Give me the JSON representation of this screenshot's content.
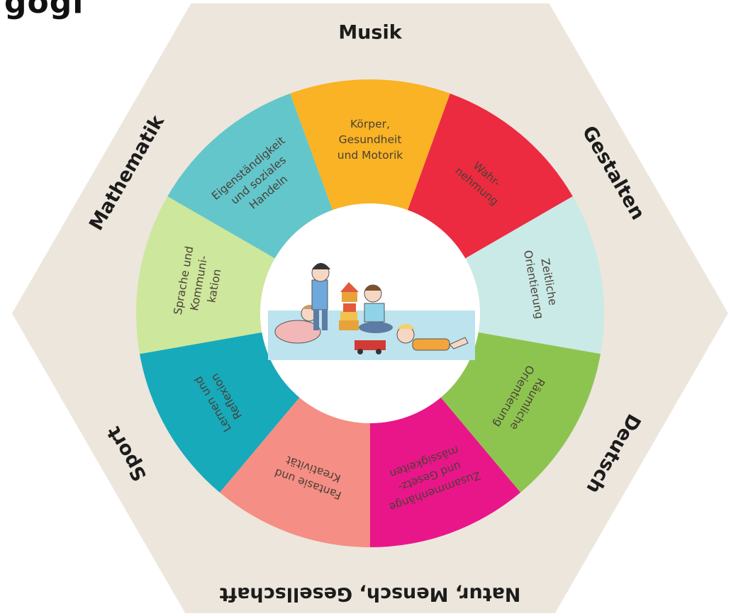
{
  "heading_fragment": "gogi",
  "subjects": [
    {
      "name": "musik",
      "label": "Musik"
    },
    {
      "name": "gestalten",
      "label": "Gestalten"
    },
    {
      "name": "deutsch",
      "label": "Deutsch"
    },
    {
      "name": "natur-mensch-gesellschaft",
      "label": "Natur, Mensch, Gesellschaft"
    },
    {
      "name": "sport",
      "label": "Sport"
    },
    {
      "name": "mathematik",
      "label": "Mathematik"
    }
  ],
  "segments": [
    {
      "name": "koerper-gesundheit-motorik",
      "lines": [
        "Körper,",
        "Gesundheit",
        "und Motorik"
      ],
      "color": "#F9B324"
    },
    {
      "name": "wahrnehmung",
      "lines": [
        "Wahr-",
        "nehmung"
      ],
      "color": "#EC2B40"
    },
    {
      "name": "zeitliche-orientierung",
      "lines": [
        "Zeitliche",
        "Orientierung"
      ],
      "color": "#C9EAE7"
    },
    {
      "name": "raeumliche-orientierung",
      "lines": [
        "Räumliche",
        "Orientierung"
      ],
      "color": "#8DC450"
    },
    {
      "name": "zusammenhaenge-gesetzmaessigkeiten",
      "lines": [
        "Zusammenhänge",
        "und Gesetz-",
        "mässigkeiten"
      ],
      "color": "#E9168A"
    },
    {
      "name": "fantasie-kreativitaet",
      "lines": [
        "Fantasie und",
        "Kreativität"
      ],
      "color": "#F58E85"
    },
    {
      "name": "lernen-reflexion",
      "lines": [
        "Lernen und",
        "Reflexion"
      ],
      "color": "#17AABB"
    },
    {
      "name": "sprache-kommunikation",
      "lines": [
        "Sprache und",
        "Kommuni-",
        "kation"
      ],
      "color": "#CDE79D"
    },
    {
      "name": "eigenstaendigkeit-soziales-handeln",
      "lines": [
        "Eigenständigkeit",
        "und soziales",
        "Handeln"
      ],
      "color": "#63C6CB"
    }
  ],
  "colors": {
    "hexagon": "#EDE6DC",
    "center": "#FFFFFF",
    "label_text": "#4a4036",
    "subject_text": "#1c1c1c"
  }
}
